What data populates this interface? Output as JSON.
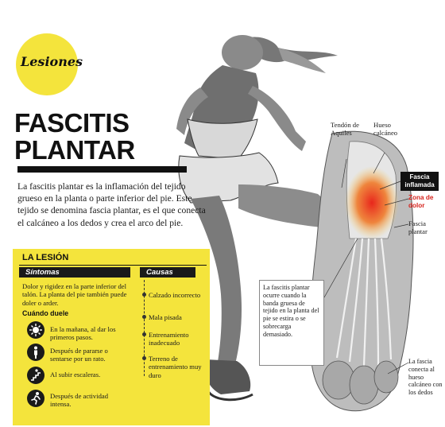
{
  "badge": {
    "label": "Lesiones"
  },
  "title": {
    "line1": "FASCITIS",
    "line2": "PLANTAR"
  },
  "intro": "La fascitis plantar es la inflamación del tejido grueso en la planta o parte inferior del pie. Este tejido se denomina fascia plantar, es el que conecta el calcáneo a los dedos y crea el arco del pie.",
  "lesion": {
    "heading": "LA LESIÓN",
    "sintomas": {
      "label": "Síntomas",
      "text": "Dolor y rigidez en la parte inferior del talón. La planta del pie también puede doler o arder."
    },
    "cuando_duele": {
      "label": "Cuándo duele",
      "items": [
        {
          "icon": "sun-icon",
          "text": "En la mañana, al dar los primeros pasos."
        },
        {
          "icon": "standing-person-icon",
          "text": "Después de pararse o sentarse por un rato."
        },
        {
          "icon": "stairs-icon",
          "text": "Al subir escaleras."
        },
        {
          "icon": "running-person-icon",
          "text": "Después de actividad intensa."
        }
      ]
    },
    "causas": {
      "label": "Causas",
      "items": [
        "Calzado incorrecto",
        "Mala pisada",
        "Entrenamiento inadecuado",
        "Terreno de entrenamiento muy duro"
      ]
    }
  },
  "labels": {
    "tendon": "Tendón de Aquiles",
    "hueso": "Hueso calcáneo",
    "fascia_inflamada": "Fascia inflamada",
    "zona_dolor": "Zona de dolor",
    "fascia_plantar": "Fascia plantar",
    "callout": "La fascitis plantar ocurre cuando la banda gruesa de tejido en la planta del pie se estira o se sobrecarga demasiado.",
    "la_fascia": "La fascia conecta al hueso calcáneo con los dedos"
  },
  "colors": {
    "accent": "#f4e43c",
    "dark": "#1a1a1a",
    "pain": "#d6241e"
  }
}
